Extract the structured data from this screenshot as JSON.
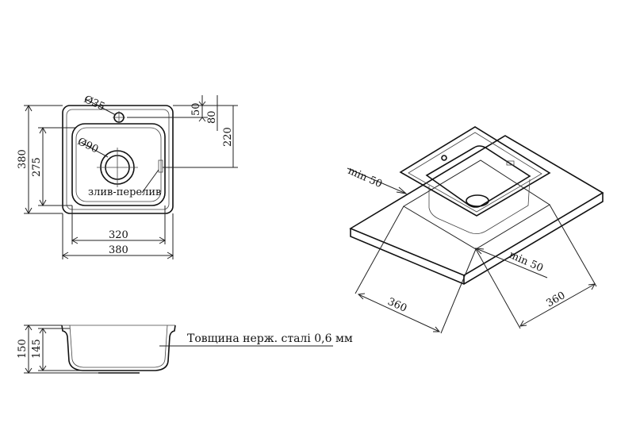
{
  "top_view": {
    "d35": "Ø35",
    "d90": "Ø90",
    "drain_label": "злив-перелив",
    "dim_50": "50",
    "dim_80": "80",
    "dim_220": "220",
    "dim_380_v": "380",
    "dim_275": "275",
    "dim_320": "320",
    "dim_380_h": "380"
  },
  "side_view": {
    "dim_150": "150",
    "dim_145": "145",
    "thickness_note": "Товщина нерж. сталі 0,6 мм"
  },
  "iso_view": {
    "min50_top": "min 50",
    "min50_right": "min 50",
    "dim_360_left": "360",
    "dim_360_right": "360"
  }
}
